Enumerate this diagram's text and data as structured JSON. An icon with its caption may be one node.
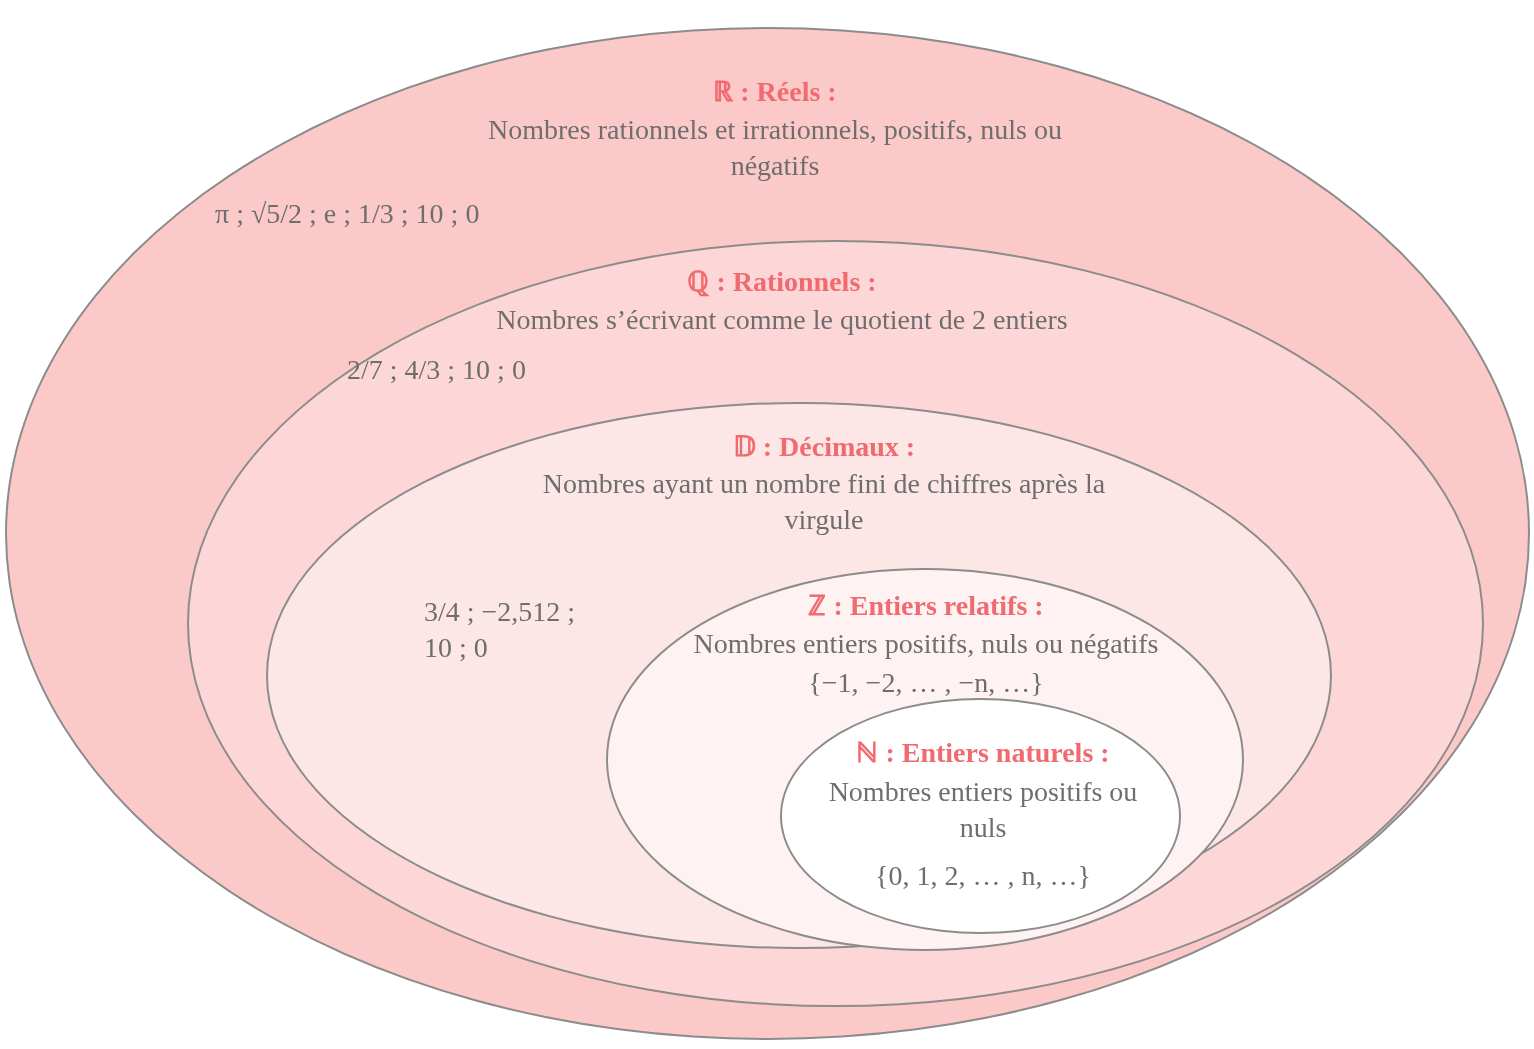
{
  "diagram": {
    "nodes": [
      {
        "text": [
          "ℝ : Réels :",
          "Nombres rationnels et irrationnels, positifs, nuls ou négatifs",
          "π ; √5/2 ; e ; 1/3 ; 10 ; 0"
        ]
      },
      {
        "text": [
          "ℚ : Rationnels :",
          "Nombres s’écrivant comme le quotient de 2 entiers",
          "2/7 ; 4/3 ; 10 ; 0"
        ],
        "in": 0
      },
      {
        "text": [
          "𝔻 : Décimaux :",
          "Nombres ayant un nombre fini de chiffres après la virgule",
          "3/4 ; −2,512 ; 10 ; 0"
        ],
        "in": 1
      },
      {
        "text": [
          "ℤ : Entiers relatifs :",
          "Nombres entiers positifs, nuls ou négatifs",
          "{−1, −2, … , −n, …}"
        ],
        "in": 2
      },
      {
        "text": [
          "ℕ : Entiers naturels :",
          "Nombres entiers positifs ou nuls",
          "{0, 1, 2, … , n, …}"
        ],
        "in": 3
      }
    ]
  }
}
